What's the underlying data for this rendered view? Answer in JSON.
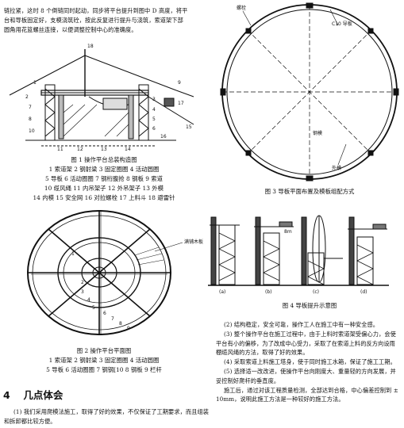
{
  "intro_lines": [
    "链拉紧，这时 8 个倒链同时起动，同步将平台提升到图中 D 高度，将平",
    "台和导板固定好，支模浇筑砼，按此反复进行提升与浇筑，索道架下部",
    "圆角用花篮螺丝连接，以便调整控制中心的准确度。"
  ],
  "fig1": {
    "caption": "图 1    操作平台总装构造图",
    "legend": [
      "1 索道架   2 钢射梁   3 固定圈圈   4 活动圆圈",
      "5 导板   6 活动圈圈   7 钢桁腹抢   8 钢板   9 索道",
      "10 缆风绳   11 内吊架子   12 外吊架子   13 外模",
      "14 内模   15 安全网   16 对拉螺栓   17 上料斗   18 避雷针"
    ],
    "numbers": [
      "18",
      "9",
      "1",
      "17",
      "2",
      "3",
      "4",
      "5",
      "6",
      "7",
      "8",
      "10",
      "11",
      "12",
      "13",
      "14",
      "15",
      "16"
    ]
  },
  "fig2": {
    "caption": "图 2    操作平台平面图",
    "legend": [
      "1 索道架   2 钢射梁   3 固定圈圈   4 活动圆圈",
      "5 导板   6 活动圈圈   7 钢钢[10   8 钢板   9 栏杆"
    ],
    "label_wood": "满铺木板",
    "numbers": [
      "1",
      "2",
      "3",
      "4",
      "5",
      "6",
      "7",
      "8",
      "9"
    ]
  },
  "fig3": {
    "caption": "图 3    导板平面布置及模板组配方式",
    "labels": {
      "bolt": "螺栓",
      "channel": "C10 导板",
      "formwork": "钢模",
      "inner": "外模"
    }
  },
  "fig4": {
    "caption": "图 4    导板提升示意图",
    "labels": {
      "h": "8m",
      "sub": [
        "(a)",
        "(b)",
        "(c)",
        "(d)"
      ]
    }
  },
  "right_paragraphs": [
    "(2) 结构稳定，安全可靠，操作工人在施工中有一种安全感。",
    "(3) 整个操作平台在施工过程中，由于上料时索道架受偏心力，会使平台有小的偏移，为了改成中心受力，采取了在索道上料的反方向设雨棚缆风绳的方法，取得了好的效果。",
    "(4) 采取索道上料施工塔身，使于同时施工水箱，保证了施工工期。",
    "(5) 选择适一改改进，使操作平台向刚度大、重量轻的方向发展，并妥控制好爬杆的垂直度。",
    "施工后，通过对该工程质量检测，全部达到合格，中心偏差控制到 ± 10mm，说明此施工方法是一种较好的施工方法。"
  ],
  "section": {
    "number": "4",
    "title": "几点体会"
  },
  "left_paragraph": "(1) 我们采用爬模法施工，取得了好的效果，不仅保证了工期要求，而且组装和拆卸都比较方便。"
}
